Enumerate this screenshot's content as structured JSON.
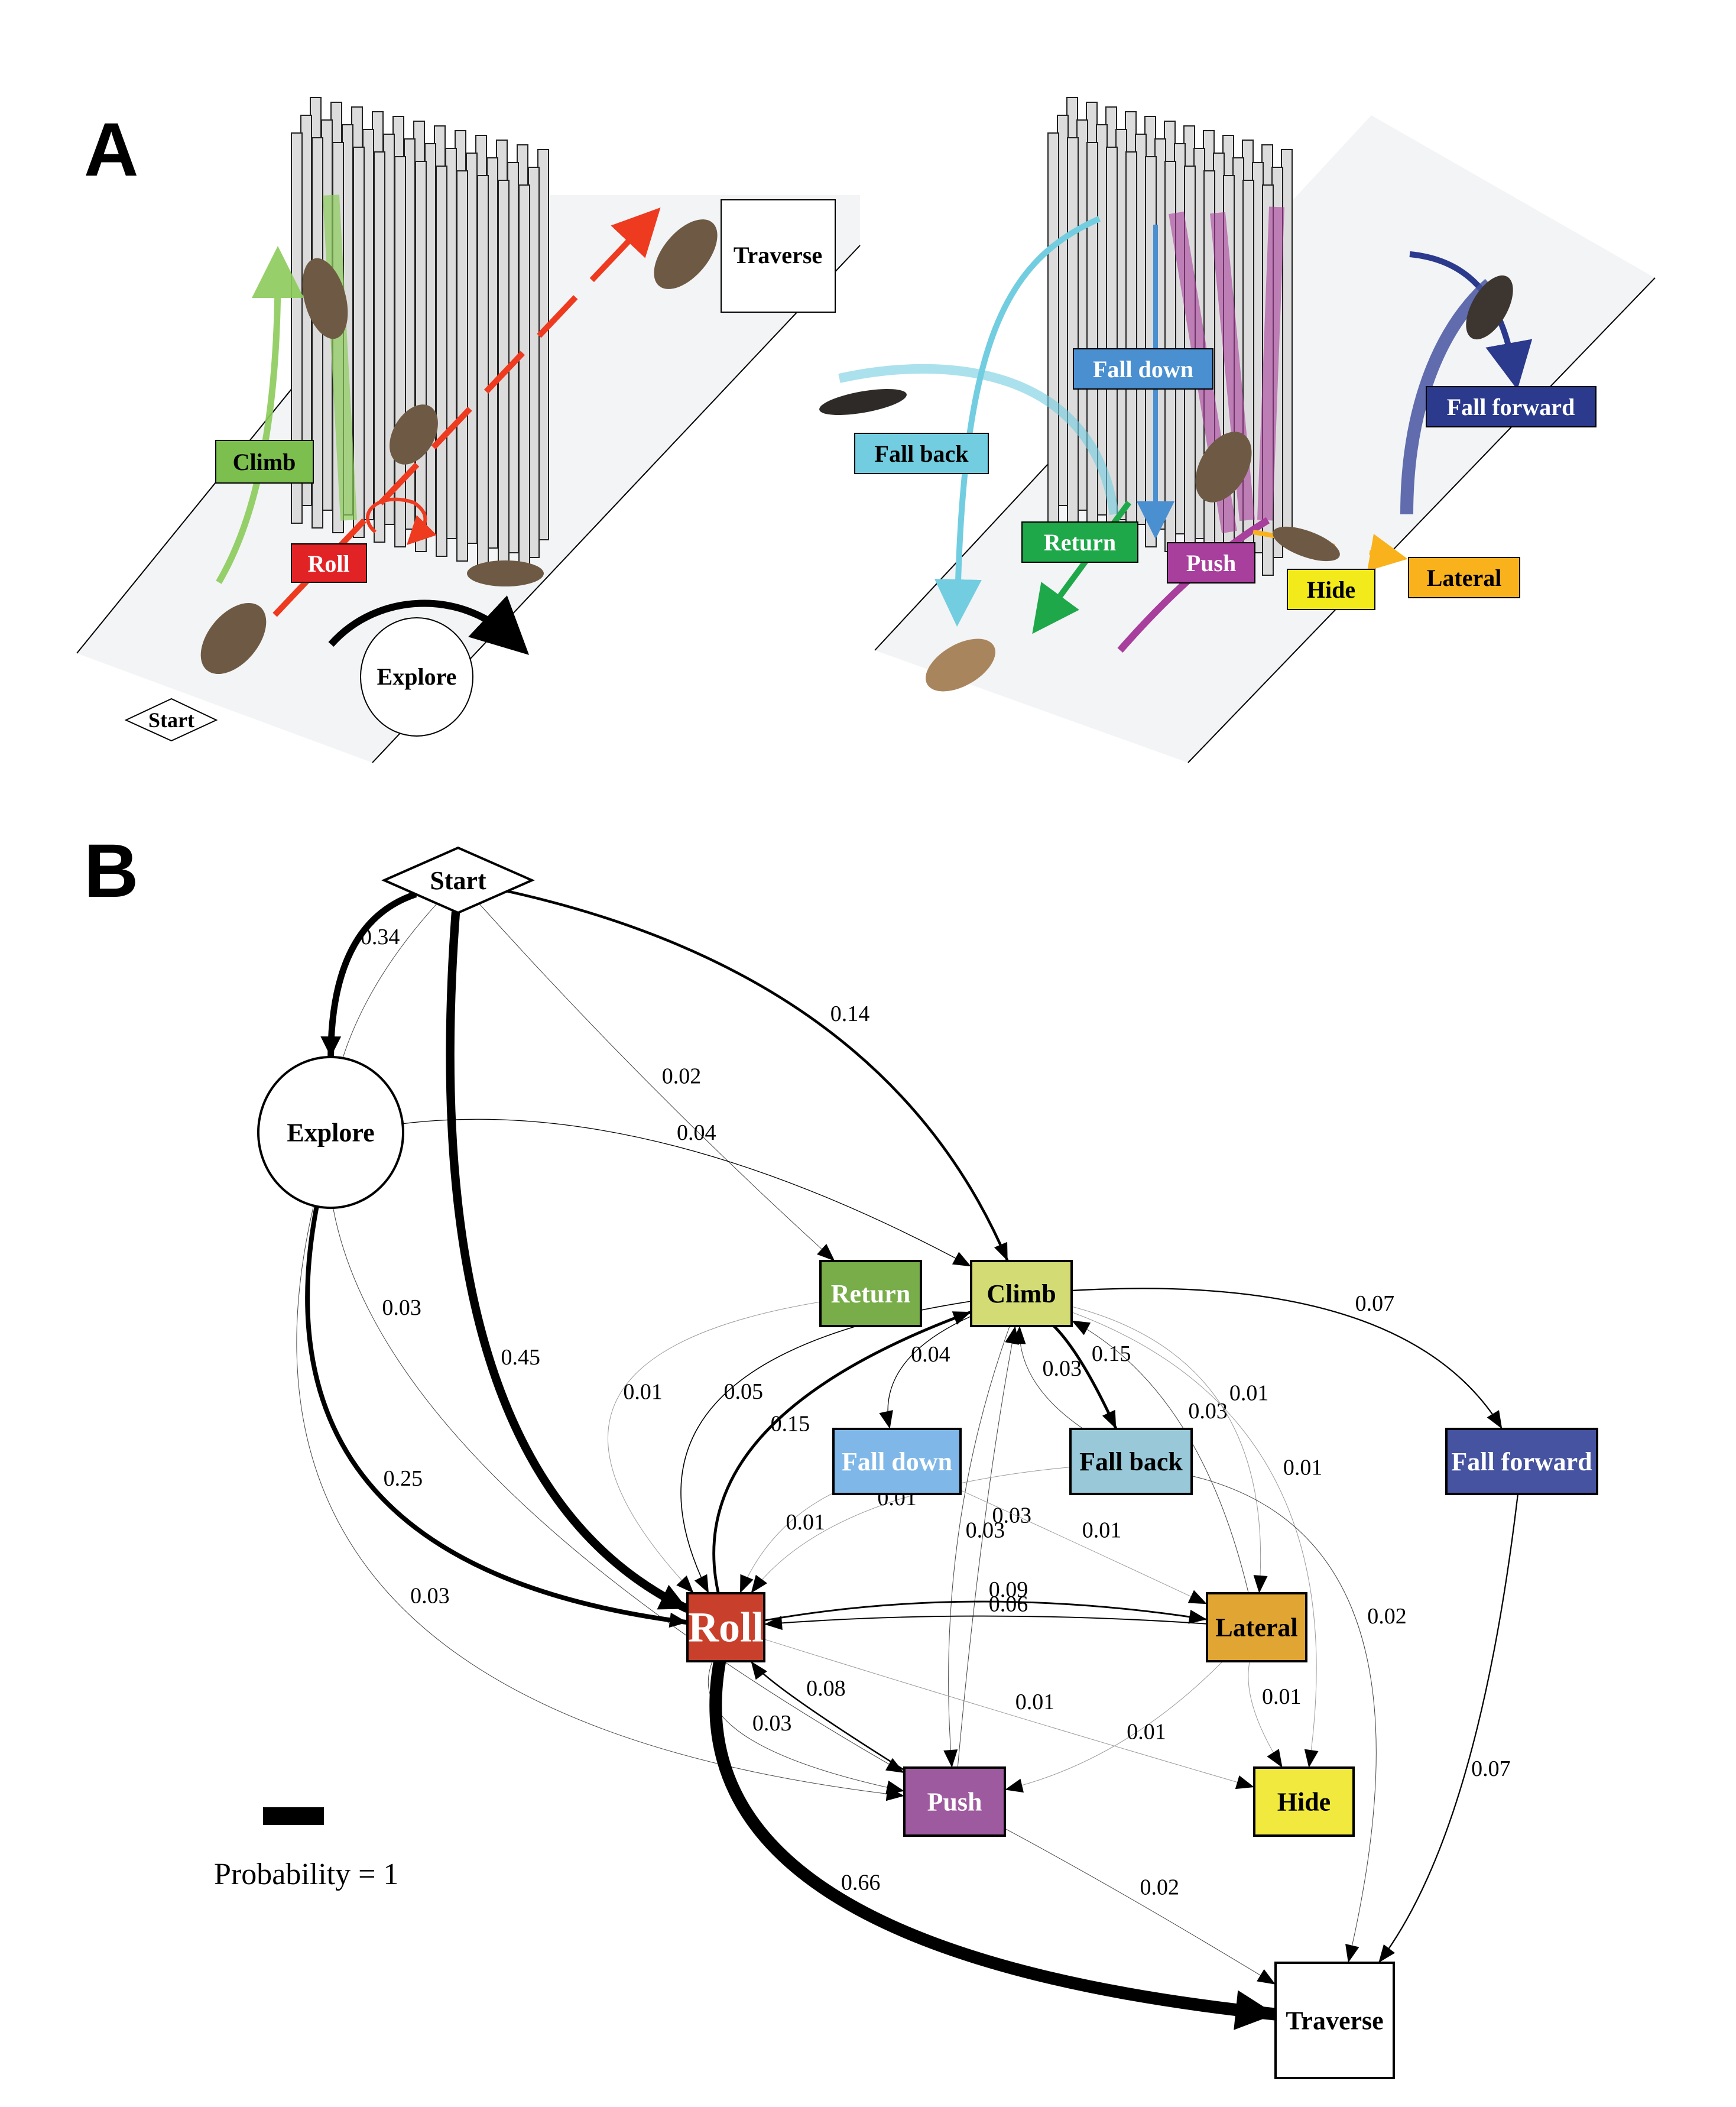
{
  "panels": {
    "a": {
      "letter": "A"
    },
    "b": {
      "letter": "B"
    }
  },
  "panel_a": {
    "left_labels": [
      {
        "id": "climb",
        "text": "Climb",
        "bg": "#7cbf4f",
        "fg": "#000000"
      },
      {
        "id": "roll",
        "text": "Roll",
        "bg": "#e22326",
        "fg": "#ffffff"
      },
      {
        "id": "traverse",
        "text": "Traverse",
        "bg": "#ffffff",
        "fg": "#000000"
      },
      {
        "id": "explore",
        "text": "Explore",
        "bg": "#ffffff",
        "fg": "#000000"
      },
      {
        "id": "start",
        "text": "Start",
        "bg": "#ffffff",
        "fg": "#000000"
      }
    ],
    "right_labels": [
      {
        "id": "fall-down",
        "text": "Fall down",
        "bg": "#4a8fd0",
        "fg": "#ffffff"
      },
      {
        "id": "fall-back",
        "text": "Fall back",
        "bg": "#72cde0",
        "fg": "#000000"
      },
      {
        "id": "fall-forward",
        "text": "Fall forward",
        "bg": "#2b3a8c",
        "fg": "#ffffff"
      },
      {
        "id": "return",
        "text": "Return",
        "bg": "#1fa84a",
        "fg": "#ffffff"
      },
      {
        "id": "push",
        "text": "Push",
        "bg": "#a83f9c",
        "fg": "#ffffff"
      },
      {
        "id": "hide",
        "text": "Hide",
        "bg": "#f2ea1a",
        "fg": "#000000"
      },
      {
        "id": "lateral",
        "text": "Lateral",
        "bg": "#f9b21b",
        "fg": "#000000"
      }
    ]
  },
  "graph": {
    "nodes": [
      {
        "id": "start",
        "label": "Start",
        "shape": "diamond",
        "fill": "#ffffff",
        "text_color": "#000000"
      },
      {
        "id": "explore",
        "label": "Explore",
        "shape": "circle",
        "fill": "#ffffff",
        "text_color": "#000000"
      },
      {
        "id": "return",
        "label": "Return",
        "shape": "box",
        "fill": "#78ad4a",
        "text_color": "#ffffff"
      },
      {
        "id": "climb",
        "label": "Climb",
        "shape": "box",
        "fill": "#d3dc74",
        "text_color": "#000000"
      },
      {
        "id": "fall_down",
        "label": "Fall down",
        "shape": "box",
        "fill": "#7fb8e8",
        "text_color": "#ffffff"
      },
      {
        "id": "fall_back",
        "label": "Fall back",
        "shape": "box",
        "fill": "#99c9d8",
        "text_color": "#000000"
      },
      {
        "id": "fall_forward",
        "label": "Fall forward",
        "shape": "box",
        "fill": "#4653a0",
        "text_color": "#ffffff"
      },
      {
        "id": "roll",
        "label": "Roll",
        "shape": "box",
        "fill": "#c8402b",
        "text_color": "#ffffff"
      },
      {
        "id": "lateral",
        "label": "Lateral",
        "shape": "box",
        "fill": "#e0a532",
        "text_color": "#000000"
      },
      {
        "id": "push",
        "label": "Push",
        "shape": "box",
        "fill": "#9e5a9e",
        "text_color": "#ffffff"
      },
      {
        "id": "hide",
        "label": "Hide",
        "shape": "box",
        "fill": "#f2e93e",
        "text_color": "#000000"
      },
      {
        "id": "traverse",
        "label": "Traverse",
        "shape": "box",
        "fill": "#ffffff",
        "text_color": "#000000"
      }
    ],
    "edges": [
      {
        "from": "start",
        "to": "explore",
        "p": 0.34,
        "label": "0.34"
      },
      {
        "from": "start",
        "to": "roll",
        "p": 0.45,
        "label": "0.45"
      },
      {
        "from": "start",
        "to": "return",
        "p": 0.02,
        "label": "0.02"
      },
      {
        "from": "start",
        "to": "climb",
        "p": 0.14,
        "label": "0.14"
      },
      {
        "from": "start",
        "to": "push",
        "p": 0.03,
        "label": "0.03"
      },
      {
        "from": "explore",
        "to": "climb",
        "p": 0.04,
        "label": "0.04"
      },
      {
        "from": "explore",
        "to": "roll",
        "p": 0.25,
        "label": "0.25"
      },
      {
        "from": "explore",
        "to": "push",
        "p": 0.03,
        "label": "0.03"
      },
      {
        "from": "return",
        "to": "roll",
        "p": 0.01,
        "label": "0.01"
      },
      {
        "from": "climb",
        "to": "roll",
        "p": 0.05,
        "label": "0.05"
      },
      {
        "from": "roll",
        "to": "climb",
        "p": 0.15,
        "label": "0.15"
      },
      {
        "from": "climb",
        "to": "fall_down",
        "p": 0.04,
        "label": "0.04"
      },
      {
        "from": "fall_back",
        "to": "climb",
        "p": 0.03,
        "label": "0.03"
      },
      {
        "from": "climb",
        "to": "fall_back",
        "p": 0.15,
        "label": "0.15"
      },
      {
        "from": "climb",
        "to": "fall_forward",
        "p": 0.07,
        "label": "0.07"
      },
      {
        "from": "climb",
        "to": "push",
        "p": 0.03,
        "label": "0.03"
      },
      {
        "from": "push",
        "to": "climb",
        "p": 0.03,
        "label": "0.03"
      },
      {
        "from": "lateral",
        "to": "climb",
        "p": 0.03,
        "label": "0.03"
      },
      {
        "from": "climb",
        "to": "lateral",
        "p": 0.01,
        "label": "0.01"
      },
      {
        "from": "climb",
        "to": "hide",
        "p": 0.01,
        "label": "0.01"
      },
      {
        "from": "fall_down",
        "to": "roll",
        "p": 0.01,
        "label": "0.01"
      },
      {
        "from": "fall_back",
        "to": "roll",
        "p": 0.01,
        "label": "0.01"
      },
      {
        "from": "fall_down",
        "to": "lateral",
        "p": 0.01,
        "label": "0.01"
      },
      {
        "from": "fall_back",
        "to": "traverse",
        "p": 0.02,
        "label": "0.02"
      },
      {
        "from": "fall_forward",
        "to": "traverse",
        "p": 0.07,
        "label": "0.07"
      },
      {
        "from": "roll",
        "to": "lateral",
        "p": 0.09,
        "label": "0.09"
      },
      {
        "from": "lateral",
        "to": "roll",
        "p": 0.06,
        "label": "0.06"
      },
      {
        "from": "roll",
        "to": "push",
        "p": 0.03,
        "label": "0.03"
      },
      {
        "from": "push",
        "to": "roll",
        "p": 0.08,
        "label": "0.08"
      },
      {
        "from": "roll",
        "to": "hide",
        "p": 0.01,
        "label": "0.01"
      },
      {
        "from": "lateral",
        "to": "push",
        "p": 0.01,
        "label": "0.01"
      },
      {
        "from": "lateral",
        "to": "hide",
        "p": 0.01,
        "label": "0.01"
      },
      {
        "from": "roll",
        "to": "traverse",
        "p": 0.66,
        "label": "0.66"
      },
      {
        "from": "push",
        "to": "traverse",
        "p": 0.02,
        "label": "0.02"
      }
    ],
    "legend": {
      "label": "Probability = 1",
      "p": 1
    }
  }
}
